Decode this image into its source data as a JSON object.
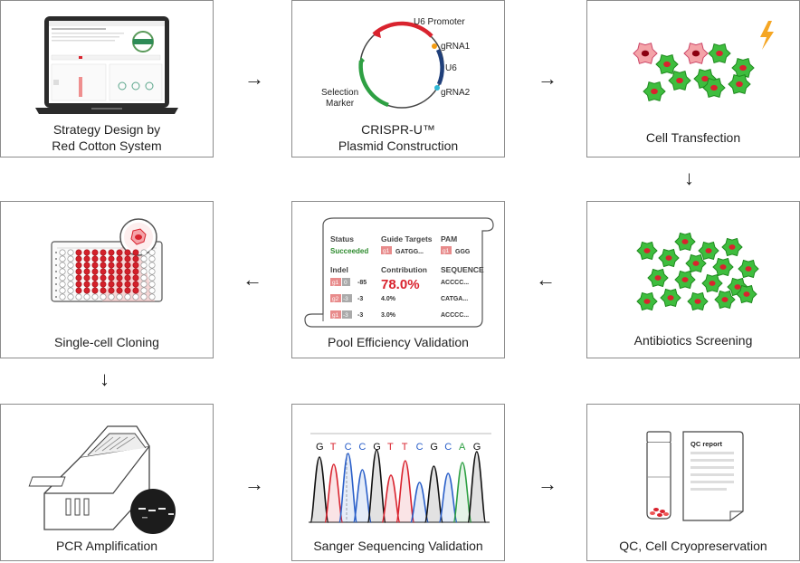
{
  "steps": {
    "strategy": {
      "line1": "Strategy Design by",
      "line2": "Red Cotton System"
    },
    "plasmid": {
      "line1": "CRISPR-U™",
      "line2": "Plasmid Construction",
      "labels": {
        "u6_promoter": "U6 Promoter",
        "grna1": "gRNA1",
        "u6": "U6",
        "grna2": "gRNA2",
        "selection1": "Selection",
        "selection2": "Marker"
      }
    },
    "transfection": {
      "line1": "Cell Transfection"
    },
    "cloning": {
      "line1": "Single-cell Cloning"
    },
    "pool": {
      "line1": "Pool Efficiency Validation",
      "table": {
        "status_header": "Status",
        "status_value": "Succeeded",
        "guide_header": "Guide Targets",
        "guide_tag": "g1",
        "guide_value": "GATGG...",
        "pam_header": "PAM",
        "pam_tag": "g1",
        "pam_value": "GGG",
        "indel_header": "Indel",
        "contribution_header": "Contribution",
        "contribution_value": "78.0%",
        "sequence_header": "SEQUENCE",
        "rows": [
          {
            "tag": "g1",
            "num_tag": "0",
            "num": "-85",
            "contribution": "",
            "sequence": "ACCCC..."
          },
          {
            "tag": "g2",
            "num_tag": "-3",
            "num": "-3",
            "contribution": "4.0%",
            "sequence": "CATGA..."
          },
          {
            "tag": "g1",
            "num_tag": "-3",
            "num": "-3",
            "contribution": "3.0%",
            "sequence": "ACCCC..."
          }
        ]
      }
    },
    "screening": {
      "line1": "Antibiotics Screening"
    },
    "pcr": {
      "line1": "PCR Amplification"
    },
    "sanger": {
      "line1": "Sanger Sequencing Validation",
      "bases": [
        "G",
        "T",
        "C",
        "C",
        "G",
        "T",
        "T",
        "C",
        "G",
        "C",
        "A",
        "G"
      ]
    },
    "qc": {
      "line1": "QC, Cell Cryopreservation",
      "report_title": "QC report"
    }
  },
  "arrows": {
    "right": "→",
    "left": "←",
    "down": "↓"
  },
  "colors": {
    "red": "#d9232e",
    "green": "#2ea043",
    "navy": "#1f3f7a",
    "orange": "#f39c12",
    "cyan": "#2fb8d6",
    "cell_green": "#3ebd3e",
    "cell_pink": "#f4a3a8"
  }
}
